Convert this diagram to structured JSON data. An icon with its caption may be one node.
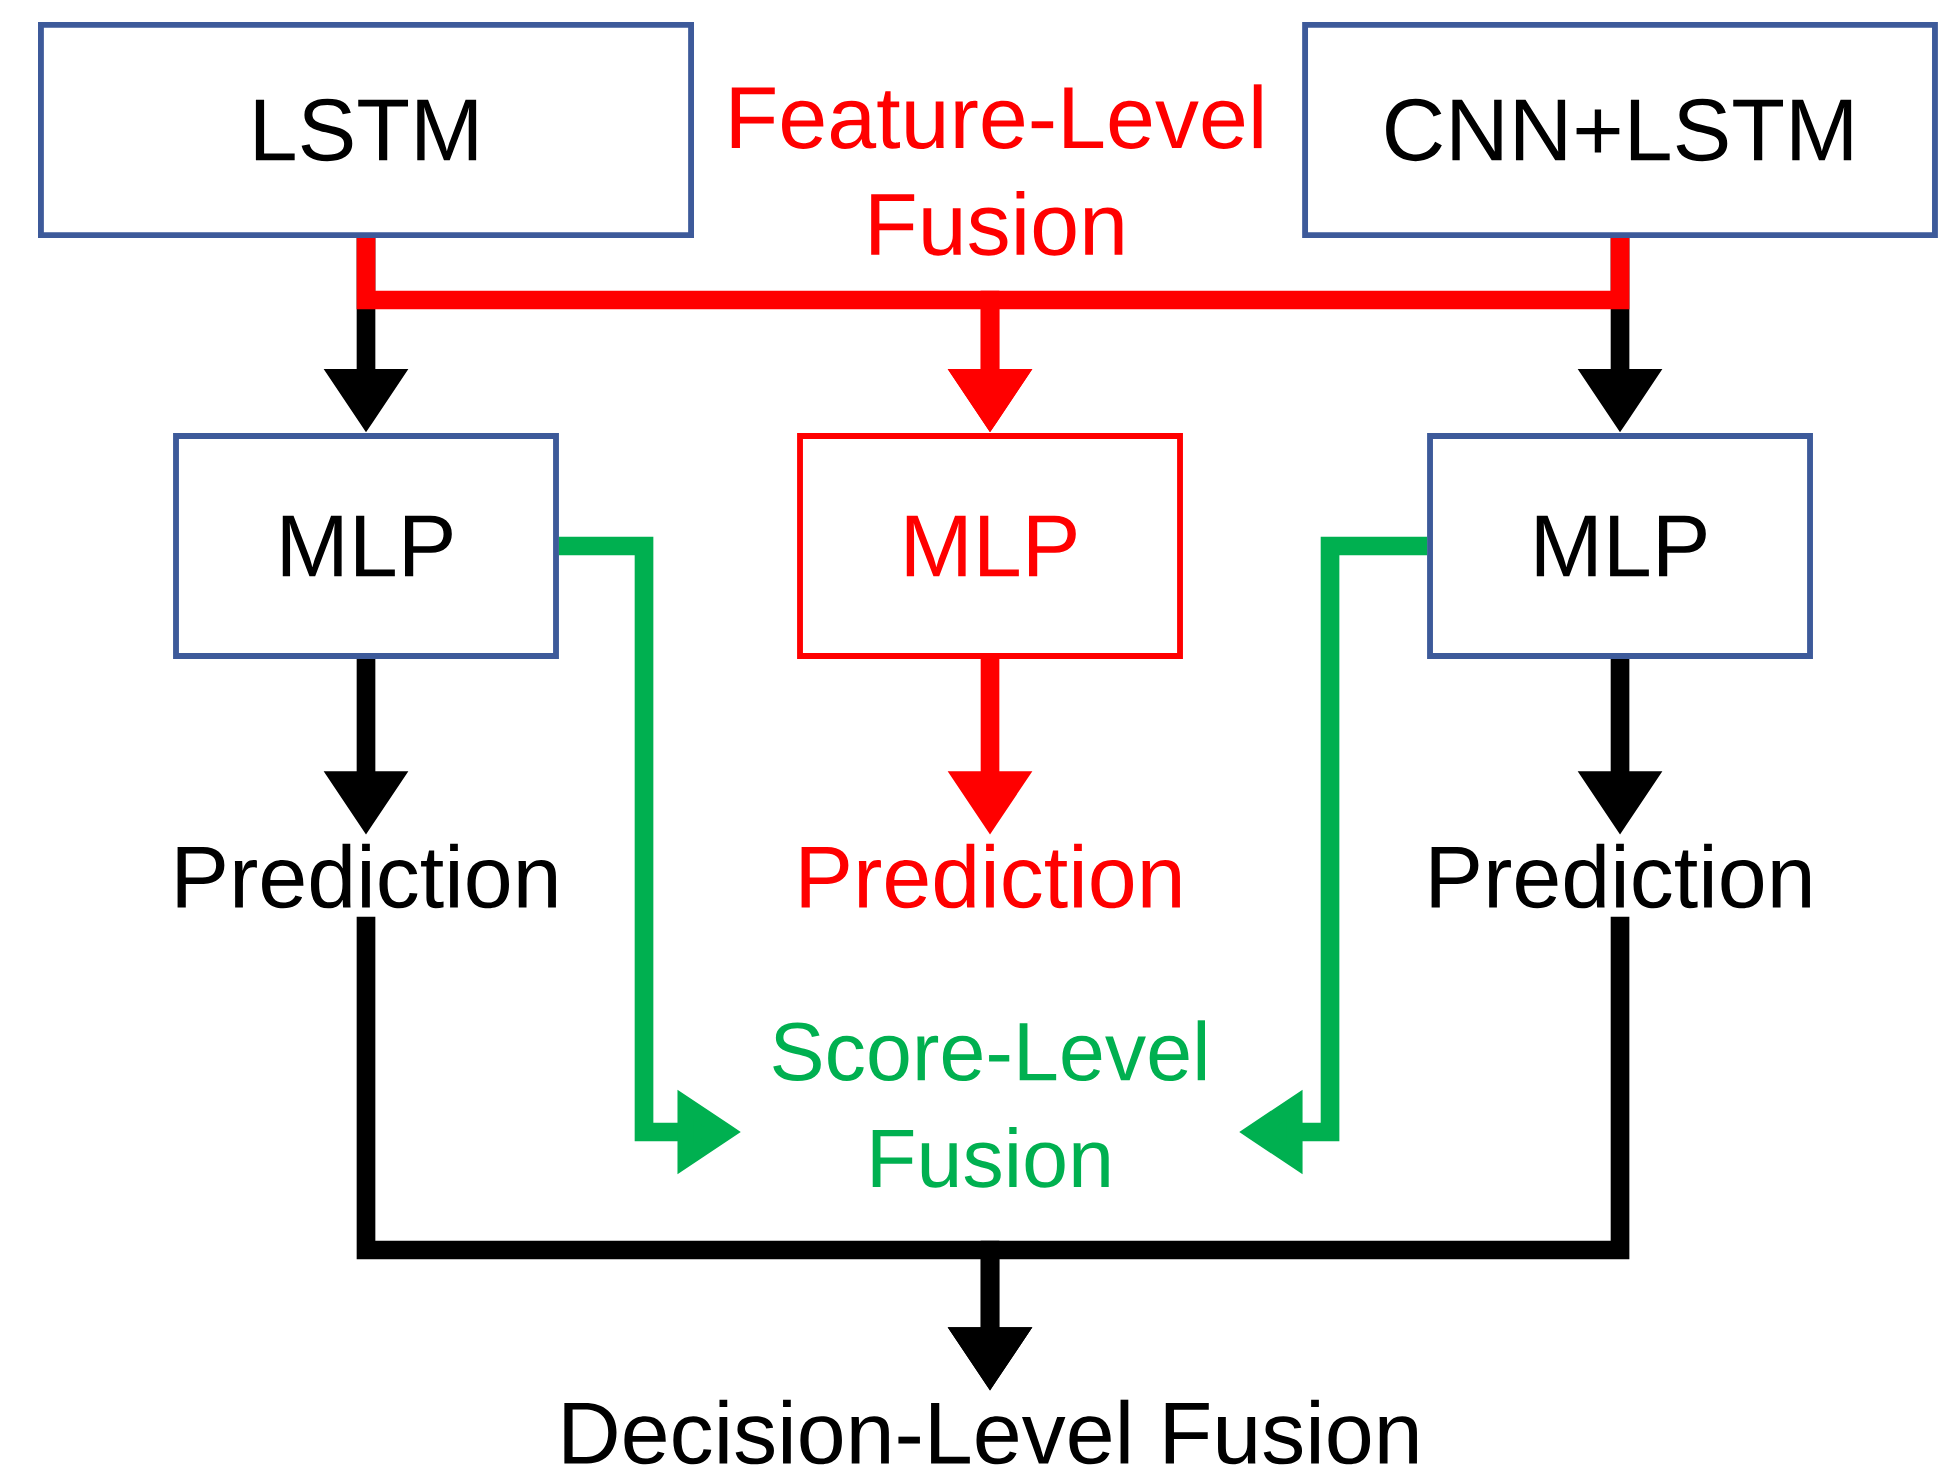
{
  "diagram": {
    "nodes": [
      {
        "text": [
          "LSTM"
        ]
      },
      {
        "text": [
          "CNN+LSTM"
        ]
      },
      {
        "text": [
          "MLP"
        ]
      },
      {
        "text": [
          "MLP"
        ]
      },
      {
        "text": [
          "MLP"
        ]
      },
      {
        "text": [
          "Prediction"
        ]
      },
      {
        "text": [
          "Prediction"
        ]
      },
      {
        "text": [
          "Prediction"
        ]
      },
      {
        "text": [
          "Score-Level Fusion"
        ]
      },
      {
        "text": [
          "Decision-Level Fusion"
        ]
      }
    ],
    "edges": [
      {
        "from": 0,
        "to": 2,
        "arrow": "to"
      },
      {
        "from": 1,
        "to": 4,
        "arrow": "to"
      },
      {
        "from": 0,
        "to": 3,
        "arrow": "to",
        "color": "#ff0000"
      },
      {
        "from": 1,
        "to": 3,
        "arrow": "to",
        "color": "#ff0000"
      },
      {
        "from": 2,
        "to": 5,
        "arrow": "to"
      },
      {
        "from": 3,
        "to": 6,
        "arrow": "to",
        "color": "#ff0000"
      },
      {
        "from": 4,
        "to": 7,
        "arrow": "to"
      },
      {
        "from": 2,
        "to": 8,
        "arrow": "to",
        "color": "#00b050"
      },
      {
        "from": 4,
        "to": 8,
        "arrow": "to",
        "color": "#00b050"
      },
      {
        "from": 5,
        "to": 9,
        "arrow": "to"
      },
      {
        "from": 7,
        "to": 9,
        "arrow": "to"
      }
    ],
    "labels": [
      "Feature-Level Fusion"
    ]
  }
}
